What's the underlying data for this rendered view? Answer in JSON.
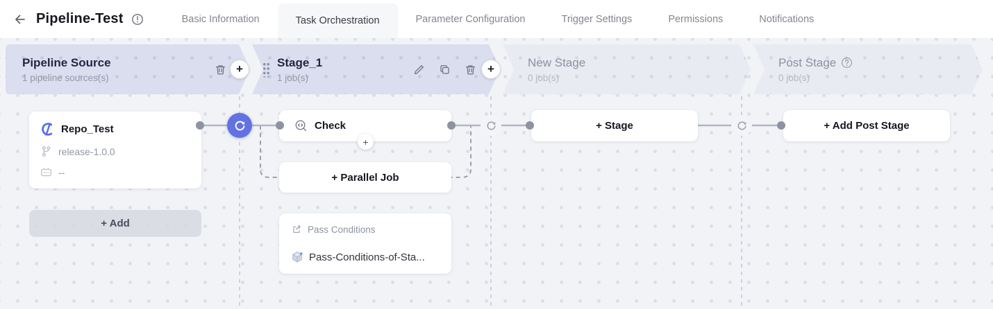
{
  "colors": {
    "accent_blue": "#6272e2",
    "stage_header_filled_bg": "#dbdeee",
    "stage_header_empty_bg": "#e9ebf2",
    "canvas_bg": "#f2f3f7"
  },
  "icons": {
    "plus": "+",
    "help": "?",
    "back": "arrow-left",
    "info": "info-circle",
    "sync": "serial-sync",
    "delete": "trash",
    "edit": "pencil",
    "copy": "duplicate"
  },
  "topbar": {
    "title": "Pipeline-Test",
    "tabs": [
      {
        "label": "Basic Information"
      },
      {
        "label": "Task Orchestration"
      },
      {
        "label": "Parameter Configuration"
      },
      {
        "label": "Trigger Settings"
      },
      {
        "label": "Permissions"
      },
      {
        "label": "Notifications"
      }
    ]
  },
  "stages": {
    "pipeline_source": {
      "title": "Pipeline Source",
      "subtitle": "1 pipeline sources(s)"
    },
    "stage_1": {
      "title": "Stage_1",
      "subtitle": "1 job(s)"
    },
    "new_stage": {
      "title": "New Stage",
      "subtitle": "0 job(s)"
    },
    "post_stage": {
      "title": "Post Stage",
      "subtitle": "0 job(s)"
    }
  },
  "pipeline": {
    "source_card": {
      "name": "Repo_Test",
      "branch": "release-1.0.0",
      "tag": "--"
    },
    "add_source_label": "+ Add",
    "job_card": {
      "name": "Check"
    },
    "add_parallel_job_label": "+ Parallel Job",
    "pass_conditions": {
      "label": "Pass Conditions",
      "value": "Pass-Conditions-of-Sta..."
    },
    "add_stage_label": "+ Stage",
    "add_post_stage_label": "+ Add Post Stage"
  }
}
